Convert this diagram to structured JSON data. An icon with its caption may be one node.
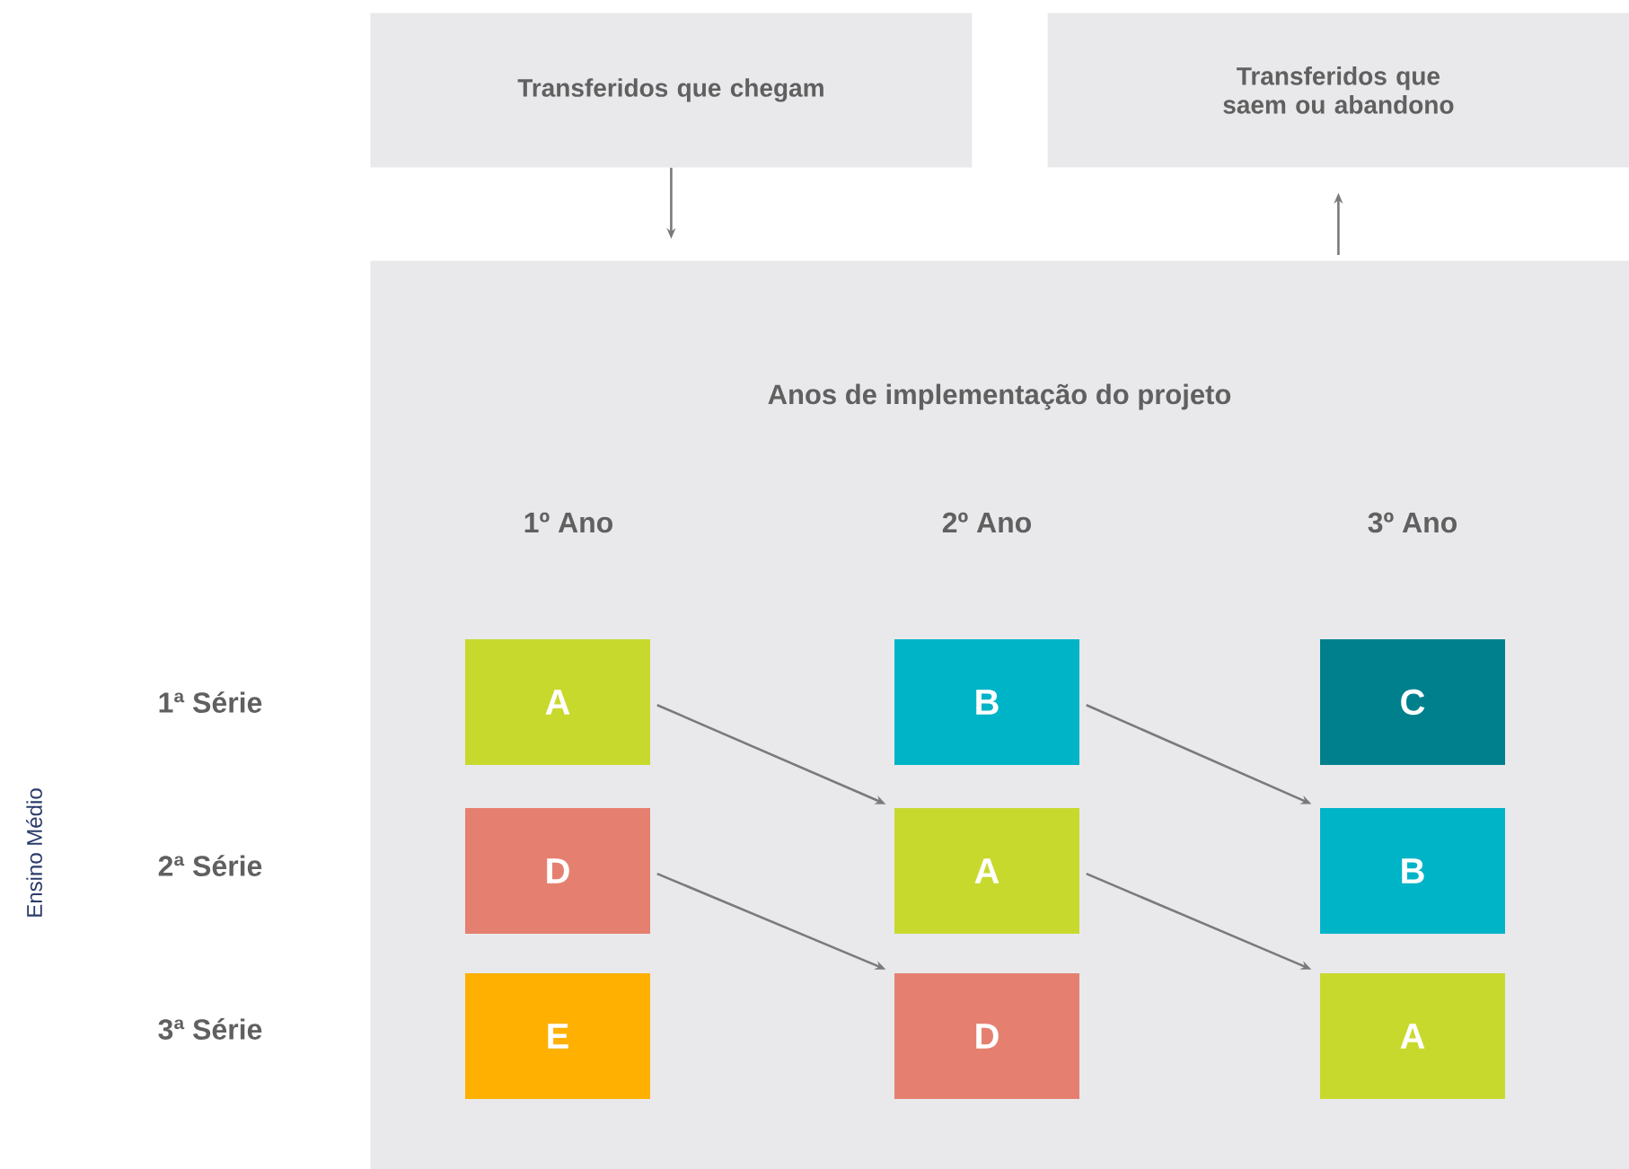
{
  "diagram": {
    "nodes": [
      {
        "text": [
          "Transferidos que chegam"
        ]
      },
      {
        "text": [
          "Transferidos que saem ou abandono"
        ]
      },
      {
        "text": [
          "Anos de implementação do projeto"
        ]
      },
      {
        "text": [
          "A"
        ],
        "in": 2
      },
      {
        "text": [
          "B"
        ],
        "in": 2
      },
      {
        "text": [
          "C"
        ],
        "in": 2
      },
      {
        "text": [
          "D"
        ],
        "in": 2
      },
      {
        "text": [
          "A"
        ],
        "in": 2
      },
      {
        "text": [
          "B"
        ],
        "in": 2
      },
      {
        "text": [
          "E"
        ],
        "in": 2
      },
      {
        "text": [
          "D"
        ],
        "in": 2
      },
      {
        "text": [
          "A"
        ],
        "in": 2
      }
    ],
    "edges": [
      {
        "from": 0,
        "to": 2,
        "arrow": "to"
      },
      {
        "from": 2,
        "to": 1,
        "arrow": "to"
      },
      {
        "from": 3,
        "to": 7,
        "arrow": "to"
      },
      {
        "from": 4,
        "to": 8,
        "arrow": "to"
      },
      {
        "from": 6,
        "to": 10,
        "arrow": "to"
      },
      {
        "from": 7,
        "to": 11,
        "arrow": "to"
      }
    ],
    "labels": [
      "1º Ano",
      "2º Ano",
      "3º Ano",
      "1ª Série",
      "2ª Série",
      "3ª Série",
      "Ensino Médio"
    ]
  }
}
